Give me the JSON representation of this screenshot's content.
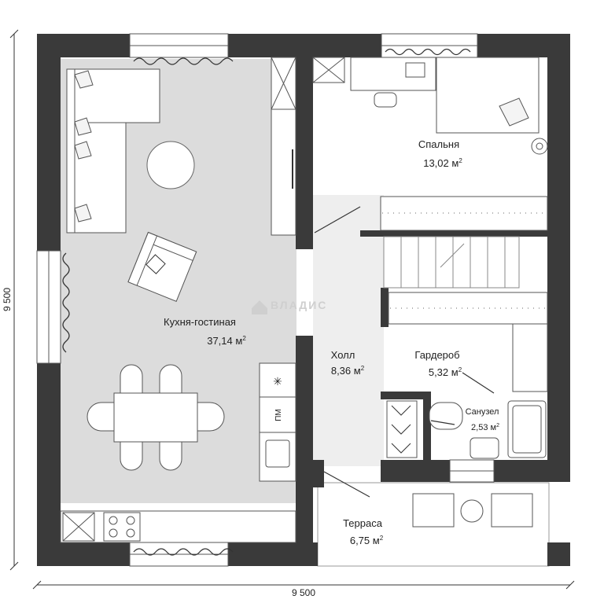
{
  "dimensions": {
    "width_label": "9 500",
    "height_label": "9 500"
  },
  "watermark": "ВЛАДИС",
  "rooms": {
    "kitchen": {
      "name": "Кухня-гостиная",
      "area": "37,14 м",
      "unit_sup": "2"
    },
    "bedroom": {
      "name": "Спальня",
      "area": "13,02 м",
      "unit_sup": "2"
    },
    "hall": {
      "name": "Холл",
      "area": "8,36 м",
      "unit_sup": "2"
    },
    "wardrobe": {
      "name": "Гардероб",
      "area": "5,32 м",
      "unit_sup": "2"
    },
    "bathroom": {
      "name": "Санузел",
      "area": "2,53 м",
      "unit_sup": "2"
    },
    "terrace": {
      "name": "Терраса",
      "area": "6,75 м",
      "unit_sup": "2"
    }
  },
  "appliances": {
    "dishwasher": "ПМ",
    "fridge": "✳"
  },
  "colors": {
    "wall": "#3a3a3a",
    "floor": "#dcdcdc",
    "floor_light": "#eeeeee",
    "outline": "#555555"
  }
}
